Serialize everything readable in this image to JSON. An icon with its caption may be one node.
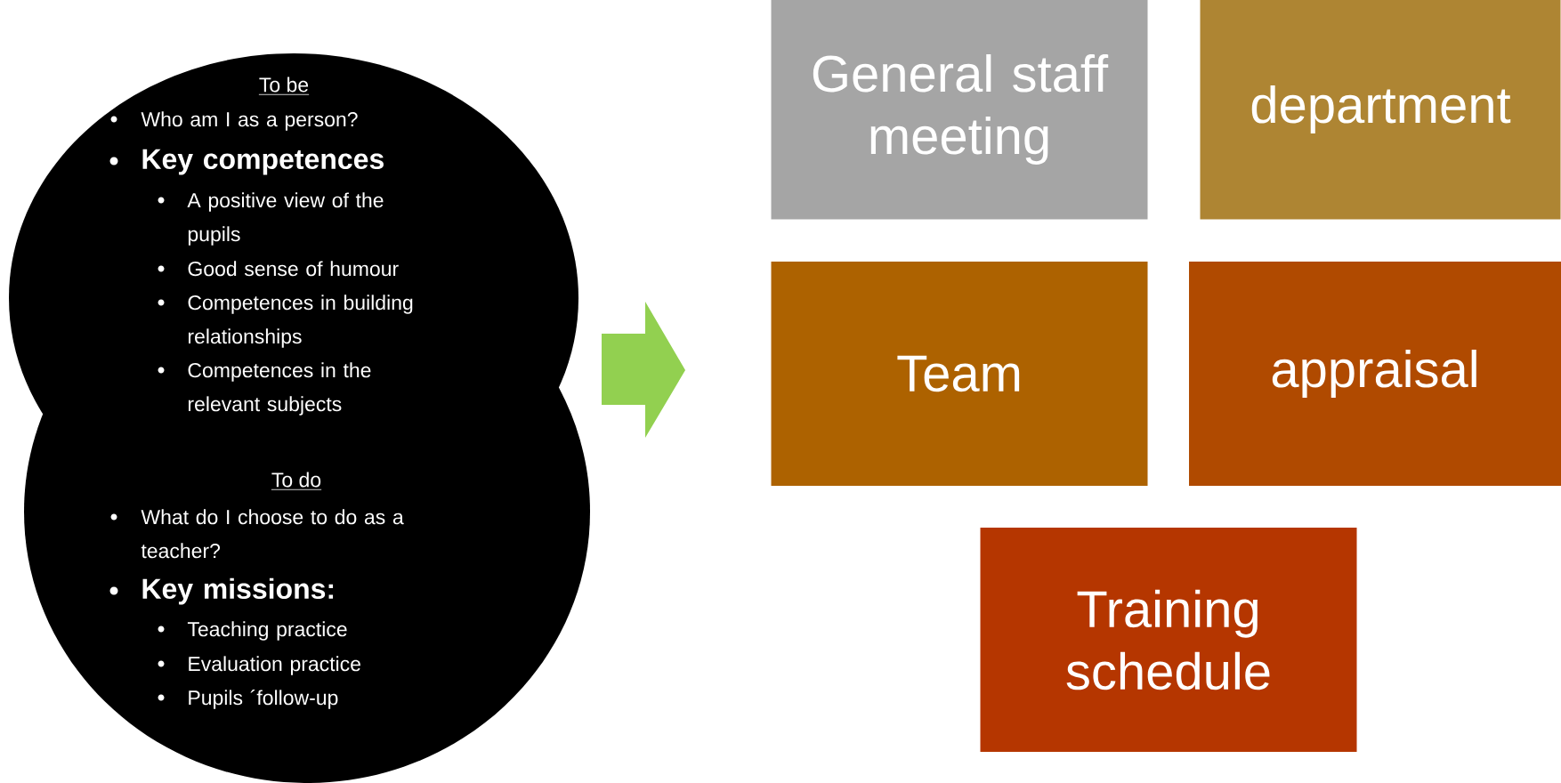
{
  "diagram": {
    "nodes": [
      {
        "text": [
          "To be",
          "Who am I as a person?",
          "Key competences",
          "A positive view of the pupils",
          "Good sense of humour",
          "Competences in building relationships",
          "Competences in the relevant subjects",
          "To do",
          "What do I choose to do as a teacher?",
          "Key missions:",
          "Teaching practice",
          "Evaluation practice",
          "Pupils ´follow-up"
        ]
      },
      {
        "text": [
          "General staff meeting"
        ]
      },
      {
        "text": [
          "department"
        ]
      },
      {
        "text": [
          "Team"
        ]
      },
      {
        "text": [
          "appraisal"
        ]
      },
      {
        "text": [
          "Training schedule"
        ]
      }
    ]
  }
}
